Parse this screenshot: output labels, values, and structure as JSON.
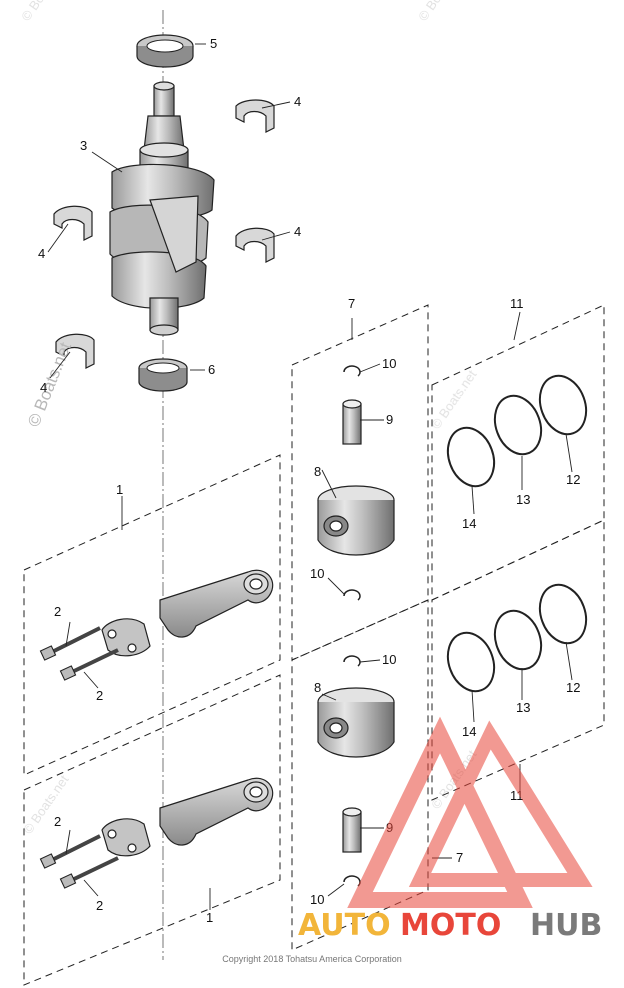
{
  "callouts": {
    "c1a": "1",
    "c1b": "1",
    "c2a": "2",
    "c2b": "2",
    "c2c": "2",
    "c2d": "2",
    "c3": "3",
    "c4a": "4",
    "c4b": "4",
    "c4c": "4",
    "c4d": "4",
    "c5": "5",
    "c6": "6",
    "c7a": "7",
    "c7b": "7",
    "c8a": "8",
    "c8b": "8",
    "c9a": "9",
    "c9b": "9",
    "c10a": "10",
    "c10b": "10",
    "c10c": "10",
    "c10d": "10",
    "c11a": "11",
    "c11b": "11",
    "c12a": "12",
    "c12b": "12",
    "c13a": "13",
    "c13b": "13",
    "c14a": "14",
    "c14b": "14"
  },
  "watermark": {
    "main": "© Boats.net",
    "corner": "© Boats.net"
  },
  "copyright": "Copyright 2018 Tohatsu America Corporation",
  "logo": {
    "part1": "AUTO",
    "part2": "MOTO",
    "part3": "HUB",
    "colors": {
      "auto": "#f2b53a",
      "moto": "#e8463a",
      "hub": "#7a7a7a",
      "triangle": "#e8463a"
    }
  }
}
